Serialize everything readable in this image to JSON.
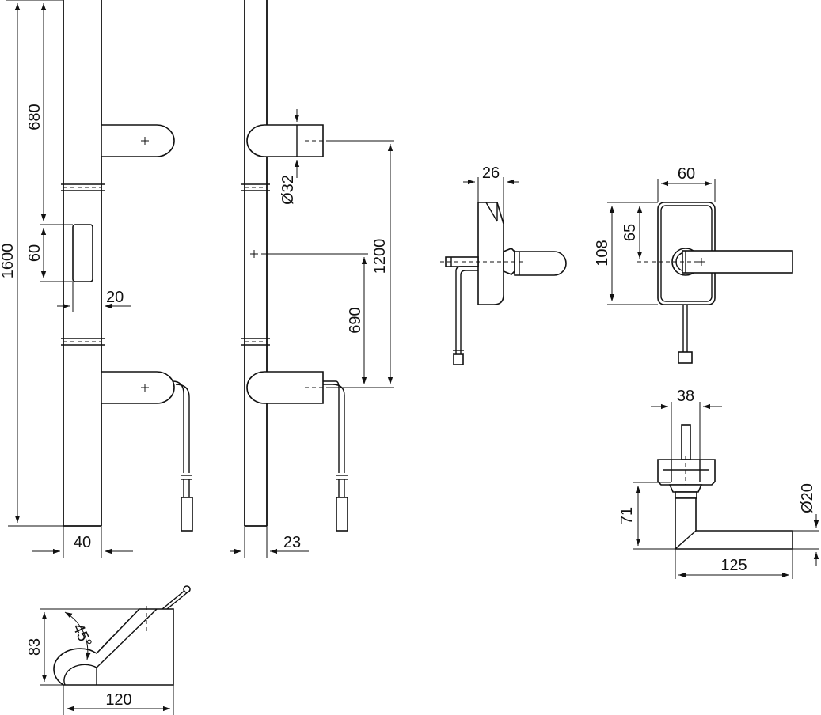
{
  "dimensions": {
    "total_length": "1600",
    "upper_handle_position": "680",
    "cylinder_height": "60",
    "bar_width_front": "40",
    "cylinder_offset": "20",
    "bar_width_side": "23",
    "handle_diameter": "Ø32",
    "handle_spacing": "1200",
    "lower_position": "690",
    "rose_depth": "26",
    "plate_width": "60",
    "plate_height": "108",
    "spindle_height": "65",
    "rose_width": "38",
    "lever_diameter": "Ø20",
    "lever_projection": "71",
    "lever_length": "125",
    "angle_depth": "83",
    "angle_length": "120",
    "angle": "45°"
  }
}
